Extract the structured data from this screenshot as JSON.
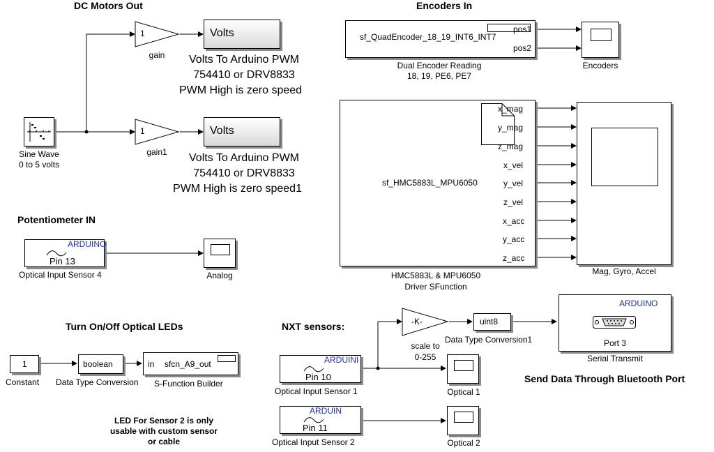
{
  "sections": {
    "dc_motors_out": "DC Motors Out",
    "encoders_in": "Encoders In",
    "potentiometer_in": "Potentiometer IN",
    "turn_on_off_leds": "Turn On/Off Optical LEDs",
    "nxt_sensors": "NXT sensors:",
    "send_data_bt": "Send Data Through Bluetooth Port"
  },
  "sine": {
    "label_line1": "Sine Wave",
    "label_line2": "0 to 5 volts"
  },
  "gain": {
    "value": "1",
    "label": "gain"
  },
  "gain1": {
    "value": "1",
    "label": "gain1"
  },
  "volts1": {
    "text": "Volts",
    "line1": "Volts To Arduino PWM",
    "line2": "754410 or DRV8833",
    "line3": "PWM High is zero speed"
  },
  "volts2": {
    "text": "Volts",
    "line1": "Volts To Arduino PWM",
    "line2": "754410 or DRV8833",
    "line3": "PWM High is zero speed1"
  },
  "encoder": {
    "func": "sf_QuadEncoder_18_19_INT6_INT7",
    "ports": [
      "pos1",
      "pos2"
    ],
    "label_line1": "Dual Encoder Reading",
    "label_line2": "18, 19, PE6, PE7"
  },
  "encoders_scope": {
    "label": "Encoders"
  },
  "hmc": {
    "func": "sf_HMC5883L_MPU6050",
    "ports": [
      "x_mag",
      "y_mag",
      "z_mag",
      "x_vel",
      "y_vel",
      "z_vel",
      "x_acc",
      "y_acc",
      "z_acc"
    ],
    "label_line1": "HMC5883L & MPU6050",
    "label_line2": "Driver SFunction"
  },
  "mag_scope": {
    "label": "Mag, Gyro, Accel"
  },
  "pot": {
    "brand": "ARDUINO",
    "pin": "Pin 13",
    "label": "Optical Input Sensor 4"
  },
  "analog_scope": {
    "label": "Analog"
  },
  "constant": {
    "value": "1",
    "label": "Constant"
  },
  "dtc_bool": {
    "text": "boolean",
    "label": "Data Type Conversion"
  },
  "sfun_builder": {
    "in": "in",
    "func": "sfcn_A9_out",
    "label": "S-Function Builder"
  },
  "led_note": {
    "line1": "LED For Sensor 2 is only",
    "line2": "usable with custom sensor",
    "line3": "or cable"
  },
  "nxt1": {
    "brand": "ARDUINI",
    "pin": "Pin 10",
    "label": "Optical Input Sensor 1"
  },
  "nxt2": {
    "brand": "ARDUIN",
    "pin": "Pin 11",
    "label": "Optical Input Sensor 2"
  },
  "scale": {
    "value": "-K-",
    "label_line1": "scale to",
    "label_line2": "0-255"
  },
  "dtc_uint8": {
    "text": "uint8",
    "label": "Data Type Conversion1"
  },
  "optical1": {
    "label": "Optical 1"
  },
  "optical2": {
    "label": "Optical 2"
  },
  "serial": {
    "brand": "ARDUINO",
    "port": "Port 3",
    "label": "Serial Transmit"
  }
}
